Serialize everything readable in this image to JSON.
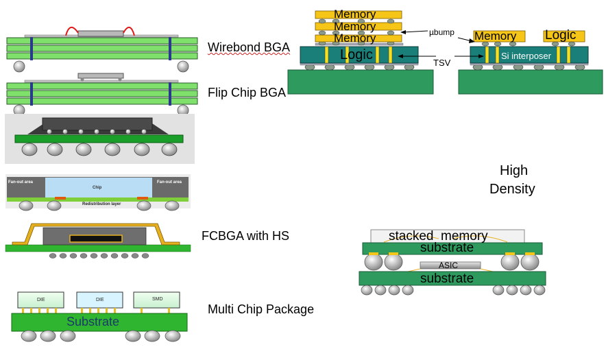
{
  "labels": {
    "wirebond": "Wirebond BGA",
    "flipchip": "Flip Chip BGA",
    "fcbga_hs": "FCBGA with HS",
    "mcp": "Multi Chip Package",
    "high_density_1": "High",
    "high_density_2": "Density"
  },
  "fanout": {
    "left": "Fan-out area",
    "right": "Fan-out area",
    "chip": "Chip",
    "rdl": "Redistribution layer"
  },
  "mcp": {
    "die1": "DIE",
    "die2": "DIE",
    "smd": "SMD",
    "substrate": "Substrate"
  },
  "stack3d": {
    "memory1": "Memory",
    "memory2": "Memory",
    "memory3": "Memory",
    "logic": "Logic",
    "ubump": "µbump",
    "tsv": "TSV"
  },
  "interposer": {
    "memory": "Memory",
    "logic": "Logic",
    "si": "Si interposer"
  },
  "pop": {
    "stacked_memory": "stacked  memory",
    "substrate_top": "substrate",
    "asic": "ASIC",
    "substrate_bottom": "substrate"
  },
  "colors": {
    "pcb_green": "#7fe06b",
    "substrate_green": "#2e9a5e",
    "teal": "#1a7f78",
    "gold": "#f5c518",
    "die_gray": "#b8b8b8"
  }
}
